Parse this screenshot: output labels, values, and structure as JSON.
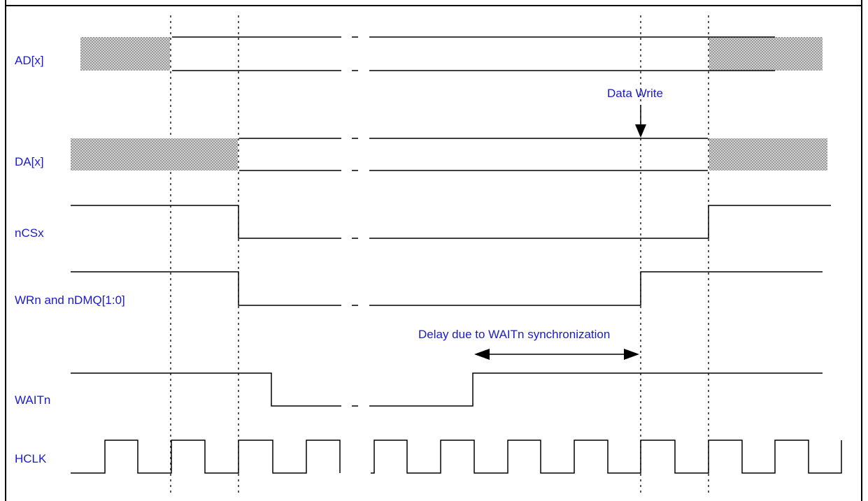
{
  "header": {
    "clipped_title": "gure ... , ... y, ... ,"
  },
  "signals": [
    {
      "id": "ad",
      "label": "AD[x]"
    },
    {
      "id": "da",
      "label": "DA[x]"
    },
    {
      "id": "ncs",
      "label": "nCSx"
    },
    {
      "id": "wrn",
      "label": "WRn and nDMQ[1:0]"
    },
    {
      "id": "waitn",
      "label": "WAITn"
    },
    {
      "id": "hclk",
      "label": "HCLK"
    }
  ],
  "annotations": {
    "data_write": "Data Write",
    "wait_delay": "Delay due to WAITn synchronization"
  },
  "colors": {
    "label_text": "#1a1acd",
    "waveform": "#000000",
    "hatch": "#9a9a9a"
  }
}
